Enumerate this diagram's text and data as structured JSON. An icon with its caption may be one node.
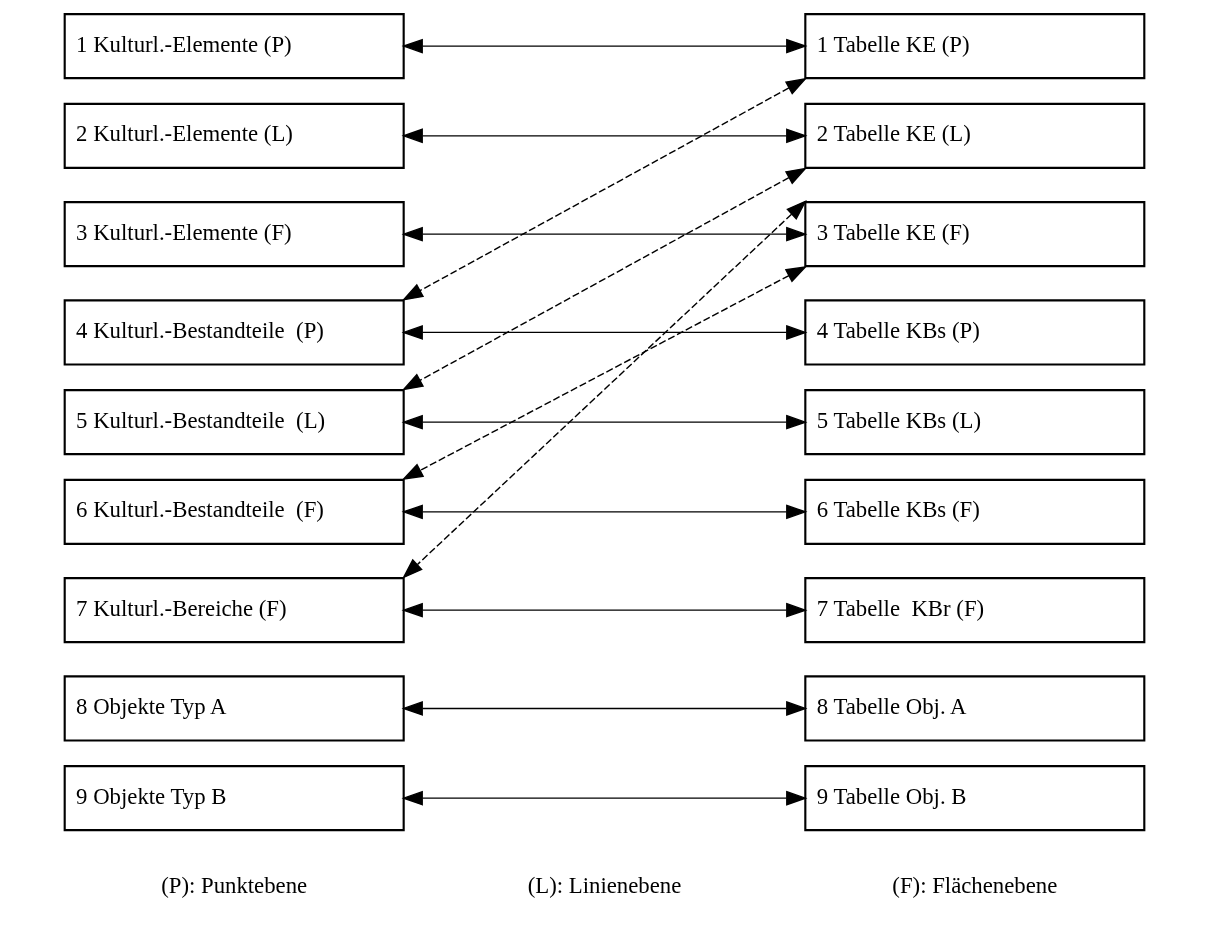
{
  "diagram": {
    "nodes": [
      {
        "text": [
          "1 Kulturl.-Elemente (P)"
        ]
      },
      {
        "text": [
          "2 Kulturl.-Elemente (L)"
        ]
      },
      {
        "text": [
          "3 Kulturl.-Elemente (F)"
        ]
      },
      {
        "text": [
          "4 Kulturl.-Bestandteile  (P)"
        ]
      },
      {
        "text": [
          "5 Kulturl.-Bestandteile  (L)"
        ]
      },
      {
        "text": [
          "6 Kulturl.-Bestandteile  (F)"
        ]
      },
      {
        "text": [
          "7 Kulturl.-Bereiche (F)"
        ]
      },
      {
        "text": [
          "8 Objekte Typ A"
        ]
      },
      {
        "text": [
          "9 Objekte Typ B"
        ]
      },
      {
        "text": [
          "1 Tabelle KE (P)"
        ]
      },
      {
        "text": [
          "2 Tabelle KE (L)"
        ]
      },
      {
        "text": [
          "3 Tabelle KE (F)"
        ]
      },
      {
        "text": [
          "4 Tabelle KBs (P)"
        ]
      },
      {
        "text": [
          "5 Tabelle KBs (L)"
        ]
      },
      {
        "text": [
          "6 Tabelle KBs (F)"
        ]
      },
      {
        "text": [
          "7 Tabelle  KBr (F)"
        ]
      },
      {
        "text": [
          "8 Tabelle Obj. A"
        ]
      },
      {
        "text": [
          "9 Tabelle Obj. B"
        ]
      }
    ],
    "edges": [
      {
        "from": 0,
        "to": 9,
        "arrow": "both"
      },
      {
        "from": 1,
        "to": 10,
        "arrow": "both"
      },
      {
        "from": 2,
        "to": 11,
        "arrow": "both"
      },
      {
        "from": 9,
        "to": 3,
        "arrow": "both",
        "style": "dashed"
      },
      {
        "from": 10,
        "to": 4,
        "arrow": "both",
        "style": "dashed"
      },
      {
        "from": 11,
        "to": 5,
        "arrow": "both",
        "style": "dashed"
      },
      {
        "from": 11,
        "to": 6,
        "arrow": "both",
        "style": "dashed"
      },
      {
        "from": 3,
        "to": 12,
        "arrow": "both"
      },
      {
        "from": 4,
        "to": 13,
        "arrow": "both"
      },
      {
        "from": 5,
        "to": 14,
        "arrow": "both"
      },
      {
        "from": 6,
        "to": 15,
        "arrow": "both"
      },
      {
        "from": 7,
        "to": 16,
        "arrow": "both"
      },
      {
        "from": 8,
        "to": 17,
        "arrow": "both"
      }
    ],
    "labels": [
      "(P): Punktebene",
      "(L): Linienebene",
      "(F): Flächenebene"
    ]
  }
}
